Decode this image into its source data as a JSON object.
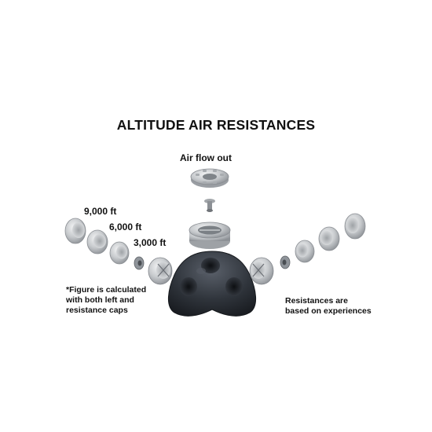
{
  "title": "ALTITUDE AIR RESISTANCES",
  "airflow_label": "Air flow out",
  "altitude_labels": [
    "9,000 ft",
    "6,000 ft",
    "3,000 ft"
  ],
  "left_note": [
    "*Figure is calculated",
    "with both left and",
    "resistance caps"
  ],
  "right_note": [
    "Resistances are",
    "based on experiences"
  ],
  "colors": {
    "text": "#111111",
    "mask": "#2b2f36",
    "metal": "#c9ccd0"
  }
}
